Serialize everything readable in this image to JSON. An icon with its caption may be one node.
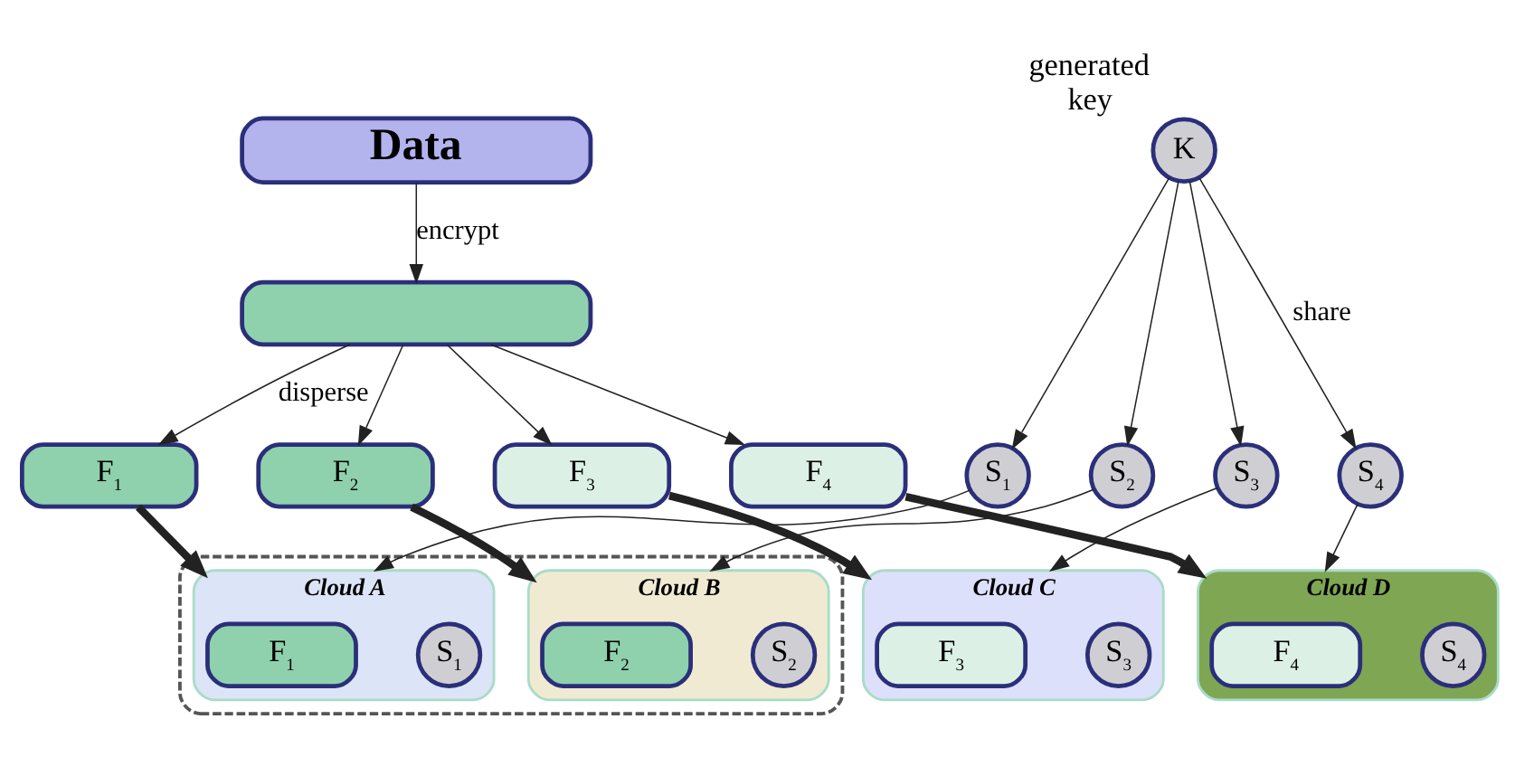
{
  "diagram": {
    "nodes": [
      {
        "text": [
          "Data"
        ]
      },
      {
        "text": [],
        "shape": "box"
      },
      {
        "text": [
          "K"
        ],
        "beside": [
          "generated",
          "key"
        ]
      },
      {
        "text": [
          "F$_{1}$"
        ]
      },
      {
        "text": [
          "F$_{2}$"
        ]
      },
      {
        "text": [
          "F$_{3}$"
        ]
      },
      {
        "text": [
          "F$_{4}$"
        ]
      },
      {
        "text": [
          "S$_{1}$"
        ]
      },
      {
        "text": [
          "S$_{2}$"
        ]
      },
      {
        "text": [
          "S$_{3}$"
        ]
      },
      {
        "text": [
          "S$_{4}$"
        ]
      },
      {
        "text": [],
        "shape": "ellipse"
      },
      {
        "text": [
          "Cloud A"
        ],
        "in": 11
      },
      {
        "text": [
          "F$_{1}$"
        ],
        "in": 12
      },
      {
        "text": [
          "S$_{1}$"
        ],
        "in": 12
      },
      {
        "text": [
          "Cloud B"
        ],
        "in": 11
      },
      {
        "text": [
          "F$_{2}$"
        ],
        "in": 15
      },
      {
        "text": [
          "S$_{2}$"
        ],
        "in": 15
      },
      {
        "text": [
          "Cloud C"
        ]
      },
      {
        "text": [
          "F$_{3}$"
        ],
        "in": 18
      },
      {
        "text": [
          "S$_{3}$"
        ],
        "in": 18
      },
      {
        "text": [
          "Cloud D"
        ]
      },
      {
        "text": [
          "F$_{4}$"
        ],
        "in": 21
      },
      {
        "text": [
          "S$_{4}$"
        ],
        "in": 21
      }
    ],
    "edges": [
      {
        "from": 0,
        "to": 1,
        "arrow": "to",
        "label": "encrypt"
      },
      {
        "from": 1,
        "to": 3,
        "arrow": "to",
        "label": "disperse"
      },
      {
        "from": 1,
        "to": 4,
        "arrow": "to"
      },
      {
        "from": 1,
        "to": 5,
        "arrow": "to"
      },
      {
        "from": 1,
        "to": 6,
        "arrow": "to"
      },
      {
        "from": 2,
        "to": 7,
        "arrow": "to"
      },
      {
        "from": 2,
        "to": 8,
        "arrow": "to"
      },
      {
        "from": 2,
        "to": 9,
        "arrow": "to"
      },
      {
        "from": 2,
        "to": 10,
        "arrow": "to",
        "label": "share"
      },
      {
        "from": 3,
        "to": 12,
        "arrow": "to",
        "style": "thick"
      },
      {
        "from": 4,
        "to": 15,
        "arrow": "to",
        "style": "thick"
      },
      {
        "from": 5,
        "to": 18,
        "arrow": "to",
        "style": "thick"
      },
      {
        "from": 6,
        "to": 21,
        "arrow": "to",
        "style": "thick"
      },
      {
        "from": 7,
        "to": 12,
        "arrow": "to"
      },
      {
        "from": 8,
        "to": 15,
        "arrow": "to"
      },
      {
        "from": 9,
        "to": 18,
        "arrow": "to"
      },
      {
        "from": 10,
        "to": 21,
        "arrow": "to"
      }
    ]
  }
}
